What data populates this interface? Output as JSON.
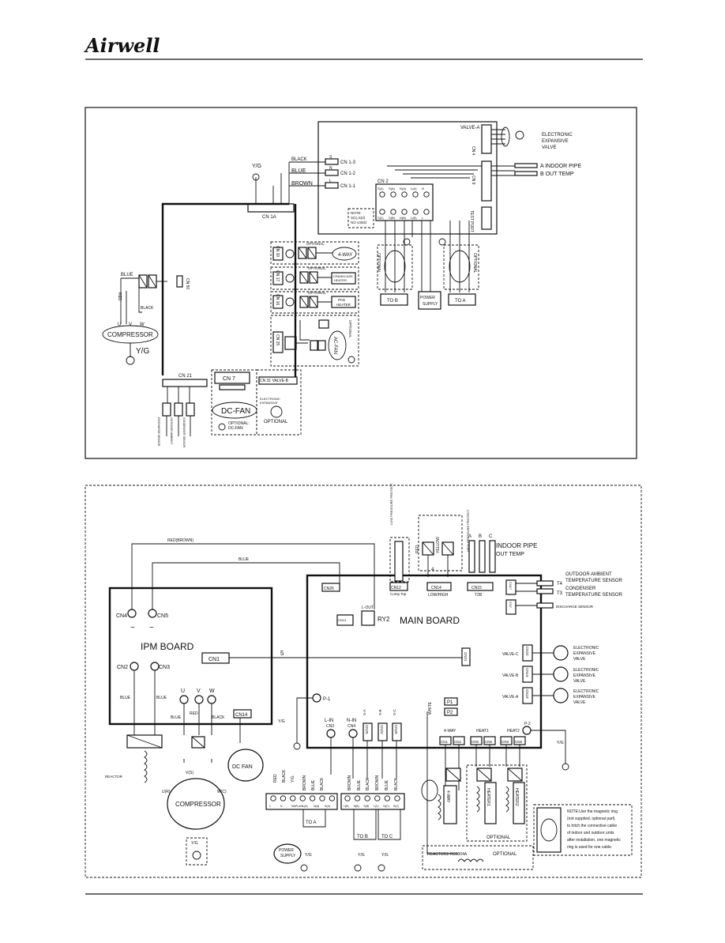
{
  "header": {
    "brand": "Airwell"
  },
  "top_diagram": {
    "labels": {
      "black": "BLACK",
      "blue": "BLUE",
      "brown": "BROWN",
      "yg": "Y/G",
      "s": "S",
      "n": "N",
      "l": "L",
      "cn1_3": "CN 1-3",
      "cn1_2": "CN 1-2",
      "cn1_1": "CN 1-1",
      "cn1a": "CN 1A",
      "valve_a": "VALVE-A",
      "cn4": "CN 4",
      "cn9": "CN 9",
      "cn7": "CN 7",
      "test_port": "TEST PORT",
      "eev": "ELECTRONIC\nEXPANSIVE\nVALVE",
      "indoor_pipe": "A  INDOOR PIPE",
      "out_temp": "B  OUT TEMP",
      "cn2": "CN 2",
      "terminals_top": [
        "S(2)",
        "S(A)",
        "N(A)",
        "L(A)",
        "N"
      ],
      "terminals_bottom": [
        "S(2)",
        "S(B)",
        "N(B)",
        "L(B)",
        "L"
      ],
      "note": "NOTE:\nS(1),S(2)\nNO USED",
      "optional": "OPTIONAL",
      "to_b": "TO B",
      "power_supply": "POWER\nSUPPLY",
      "to_a": "TO A",
      "cn30": "CN 30",
      "cn17": "CN 17",
      "cn16": "CN 16",
      "cn25": "CN 25",
      "four_way": "4-WAY",
      "crankcase_heater": "CRANKCASE\nHEATER",
      "pan_heater": "PAN\nHEATER",
      "ac_fan": "AC-FAN",
      "optional_ac_fan": "OPTIONAL\nAC-FAN",
      "cn50": "CN 50",
      "red": "RED",
      "u": "U",
      "v": "V",
      "w": "W",
      "compressor": "COMPRESSOR",
      "cn21": "CN 21",
      "dc_fan": "DC-FAN",
      "optional_dc_fan": "OPTIONAL:\nDC-FAN",
      "cn31_valve_b": "CN 31 VALVE-B",
      "optional2": "OPTIONAL",
      "sensors": [
        "DISCHARGE SENSOR",
        "OUTDOOR AMBIENT TEMP SENSOR",
        "CONDENSER TEMP SENSOR"
      ]
    }
  },
  "bottom_diagram": {
    "labels": {
      "red_brown": "RED(BROWN)",
      "blue": "BLUE",
      "ipm_board": "IPM BOARD",
      "main_board": "MAIN BOARD",
      "cn4": "CN4",
      "cn5": "CN5",
      "cn1": "CN1",
      "cn2": "CN2",
      "cn3": "CN3",
      "cn14": "CN14",
      "cn26": "CN26",
      "cn14_ry": "CN14",
      "ry2": "RY2",
      "l_out": "L-OUT",
      "cn12": "CN12",
      "comp_top": "Comp Top",
      "cn14_lowhigh": "CN14",
      "low_high": "LOW/HIGH",
      "low_pressure": "LOW PRESSURE PROTECT",
      "high_pressure": "HIGH PRESSURE PROTECT",
      "red_sw": "RED",
      "yellow_sw": "YELLOW",
      "abc": [
        "A",
        "B",
        "C"
      ],
      "indoor_pipe": "INDOOR PIPE",
      "out_temp": "OUT TEMP",
      "cn15": "CN15",
      "t2b": "T2B",
      "cn17": "CN17",
      "cn7": "CN7",
      "outdoor_ambient": "OUTDOOR AMBIENT\nTEMPERATURE SENSOR",
      "t4": "T4",
      "condenser": "CONDENSER\nTEMPERATURE SENSOR",
      "t3": "T3",
      "discharge_sensor": "DISCHARGE SENSOR",
      "five": "5",
      "cn21": "CN21",
      "valve_c": "VALVE-C",
      "valve_b": "VALVE-B",
      "valve_a": "VALVE-A",
      "cn22": "CN22",
      "cn19": "CN19",
      "cn18": "CN18",
      "eev": "ELECTRONIC\nEXPANSIVE\nVALVE",
      "p1": "P-1",
      "yg": "Y/G",
      "p1b": "P1",
      "p2": "P2",
      "p2b": "P-2",
      "white": "WHITE",
      "l_in": "L-IN",
      "n_in": "N-IN",
      "cn4b": "CN4",
      "cn25": "CN25",
      "cn23": "CN23",
      "cn20": "CN20",
      "s_a": "S-A",
      "s_b": "S-B",
      "s_c": "S-C",
      "four_way": "4-WAY",
      "heat1": "HEAT1",
      "heat2": "HEAT2",
      "cn1b": "CN1",
      "cn2b": "CN2",
      "cn6": "CN6",
      "cn5b": "CN5",
      "cn9": "CN9",
      "cn8": "CN8",
      "u": "U",
      "v": "V",
      "w": "W",
      "red": "RED",
      "black": "BLACK",
      "reactor": "REACTOR",
      "compressor": "COMPRESSOR",
      "u_r": "U(R)",
      "v_s": "V(S)",
      "w_c": "W(C)",
      "dc_fan": "DC FAN",
      "term_left": [
        "L",
        "N",
        "NAPLAIN",
        "L(A)",
        "N(A)",
        "S(A)"
      ],
      "term_mid": [
        "L(B)",
        "N(B)",
        "S(B)",
        "L(C)",
        "N(C)",
        "S(C)"
      ],
      "to_a": "TO   A",
      "to_b": "TO   B",
      "to_c": "TO   C",
      "power_supply": "POWER\nSUPPLY",
      "heater1": "HEATER1",
      "heater2": "HEATER2",
      "optional": "OPTIONAL",
      "reactor2": "REACTOR2  RC6004A",
      "optional2": "OPTIONAL",
      "note": "NOTE:Use the magnetic ring\n(not supplied, optional part)\nto hitch the connective cable\nof indoor and outdoor units\nafter installation. one magnetic\nring is used for one cable."
    }
  }
}
